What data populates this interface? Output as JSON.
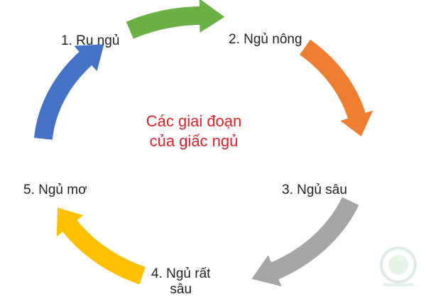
{
  "title": {
    "line1": "Các giai đoạn",
    "line2": "của giấc ngủ",
    "color": "#d9232b"
  },
  "stages": [
    {
      "label": "1. Ru ngủ"
    },
    {
      "label": "2. Ngủ nông"
    },
    {
      "label": "3. Ngủ sâu"
    },
    {
      "label_line1": "4. Ngủ rất",
      "label_line2": "sâu"
    },
    {
      "label": "5. Ngủ mơ"
    }
  ],
  "arrows": [
    {
      "from": "1. Ru ngủ",
      "to": "2. Ngủ nông",
      "color": "#6ab045"
    },
    {
      "from": "2. Ngủ nông",
      "to": "3. Ngủ sâu",
      "color": "#ed7d31"
    },
    {
      "from": "3. Ngủ sâu",
      "to": "4. Ngủ rất sâu",
      "color": "#a5a5a5"
    },
    {
      "from": "4. Ngủ rất sâu",
      "to": "5. Ngủ mơ",
      "color": "#ffc000"
    },
    {
      "from": "5. Ngủ mơ",
      "to": "1. Ru ngủ",
      "color": "#4472c4"
    }
  ],
  "watermark": {
    "icon": "organization-seal-icon"
  }
}
